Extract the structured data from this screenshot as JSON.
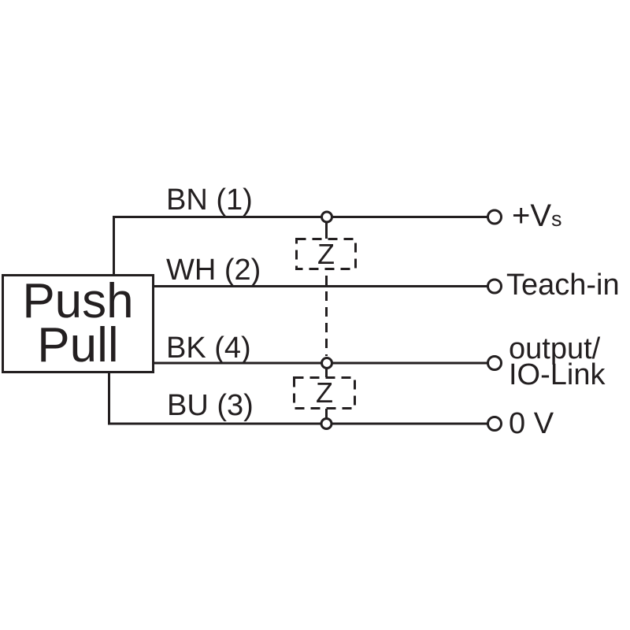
{
  "colors": {
    "ink": "#231f20",
    "background": "#ffffff"
  },
  "device": {
    "line1": "Push",
    "line2": "Pull"
  },
  "wires": [
    {
      "label": "BN (1)",
      "terminal_main": "+V",
      "terminal_sub": "s"
    },
    {
      "label": "WH (2)",
      "terminal": "Teach-in"
    },
    {
      "label": "BK (4)",
      "terminal_line1": "output/",
      "terminal_line2": "IO-Link"
    },
    {
      "label": "BU (3)",
      "terminal": "0 V"
    }
  ],
  "zeners": [
    {
      "symbol": "Z"
    },
    {
      "symbol": "Z"
    }
  ]
}
